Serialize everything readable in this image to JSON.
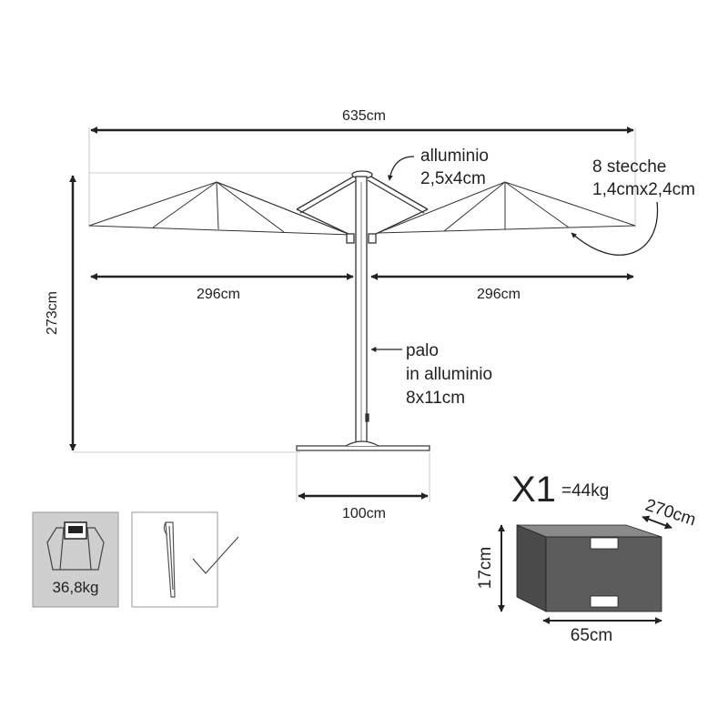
{
  "dimensions": {
    "total_width": "635cm",
    "total_height": "273cm",
    "canopy_left_width": "296cm",
    "canopy_right_width": "296cm",
    "base_width": "100cm"
  },
  "callouts": {
    "arms_line1": "alluminio",
    "arms_line2": "2,5x4cm",
    "ribs_line1": "8 stecche",
    "ribs_line2": "1,4cmx2,4cm",
    "pole_line1": "palo",
    "pole_line2": "in alluminio",
    "pole_line3": "8x11cm"
  },
  "accessories": {
    "base_weight": "36,8kg"
  },
  "package": {
    "quantity": "X1",
    "weight": "=44kg",
    "length": "270cm",
    "height": "17cm",
    "width": "65cm"
  },
  "colors": {
    "line": "#222222",
    "guide": "#bbbbbb",
    "box_front": "#5c5c5c",
    "box_top": "#8a8a8a",
    "box_side": "#4a4a4a",
    "accessory_bg": "#cfcfcf"
  }
}
